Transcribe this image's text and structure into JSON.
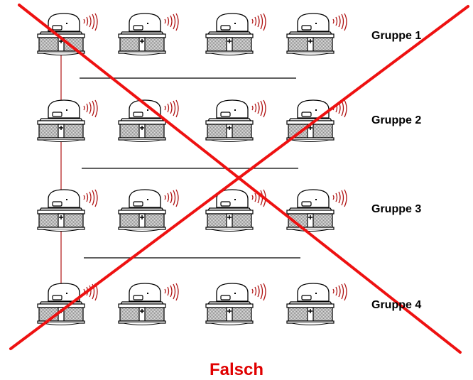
{
  "diagram": {
    "groups": [
      {
        "label": "Gruppe 1",
        "detectors": 4
      },
      {
        "label": "Gruppe 2",
        "detectors": 4
      },
      {
        "label": "Gruppe 3",
        "detectors": 4
      },
      {
        "label": "Gruppe 4",
        "detectors": 4
      }
    ],
    "device_icon": "wireless-smoke-detector-icon",
    "verdict": "Falsch",
    "colors": {
      "cross": "#ee1111",
      "verdict": "#e00000",
      "wire": "#b01515",
      "waves": "#b01515",
      "divider": "#000000"
    }
  }
}
